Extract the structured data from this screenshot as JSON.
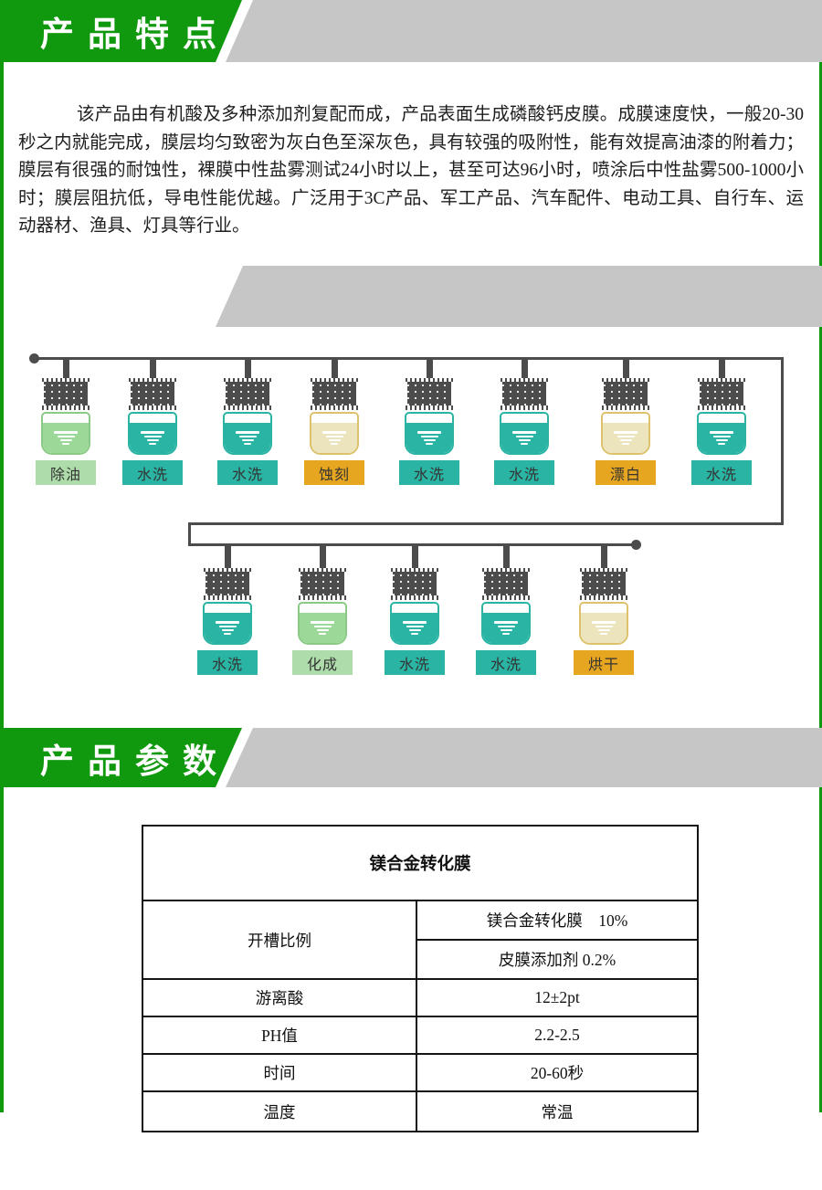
{
  "banner_features": {
    "title": "产品特点"
  },
  "banner_params": {
    "title": "产品参数"
  },
  "intro_paragraph": "该产品由有机酸及多种添加剂复配而成，产品表面生成磷酸钙皮膜。成膜速度快，一般20-30秒之内就能完成，膜层均匀致密为灰白色至深灰色，具有较强的吸附性，能有效提高油漆的附着力；膜层有很强的耐蚀性，裸膜中性盐雾测试24小时以上，甚至可达96小时，喷涂后中性盐雾500-1000小时；膜层阻抗低，导电性能优越。广泛用于3C产品、军工产品、汽车配件、电动工具、自行车、运动器材、渔具、灯具等行业。",
  "process_flow": {
    "row1": [
      {
        "label": "除油",
        "type": "green"
      },
      {
        "label": "水洗",
        "type": "teal"
      },
      {
        "label": "水洗",
        "type": "teal"
      },
      {
        "label": "蚀刻",
        "type": "yellow"
      },
      {
        "label": "水洗",
        "type": "teal"
      },
      {
        "label": "水洗",
        "type": "teal"
      },
      {
        "label": "漂白",
        "type": "yellow"
      },
      {
        "label": "水洗",
        "type": "teal"
      }
    ],
    "row2": [
      {
        "label": "水洗",
        "type": "teal"
      },
      {
        "label": "化成",
        "type": "green"
      },
      {
        "label": "水洗",
        "type": "teal"
      },
      {
        "label": "水洗",
        "type": "teal"
      },
      {
        "label": "烘干",
        "type": "yellow"
      }
    ]
  },
  "spec_table": {
    "title": "镁合金转化膜",
    "ratio_row": {
      "label": "开槽比例",
      "values": [
        "镁合金转化膜　10%",
        "皮膜添加剂 0.2%"
      ]
    },
    "rows": [
      {
        "label": "游离酸",
        "value": "12±2pt"
      },
      {
        "label": "PH值",
        "value": "2.2-2.5"
      },
      {
        "label": "时间",
        "value": "20-60秒"
      },
      {
        "label": "温度",
        "value": "常温"
      }
    ]
  },
  "colors": {
    "accent_green": "#10990f",
    "band_gray": "#c6c6c6",
    "teal_tank": "#2ab4a3",
    "green_tank": "#9cd898",
    "green_label": "#aedcaa",
    "yellow_tank": "#ebe4bd",
    "orange_label": "#e7a61f",
    "pipe_gray": "#4c4c4c"
  }
}
